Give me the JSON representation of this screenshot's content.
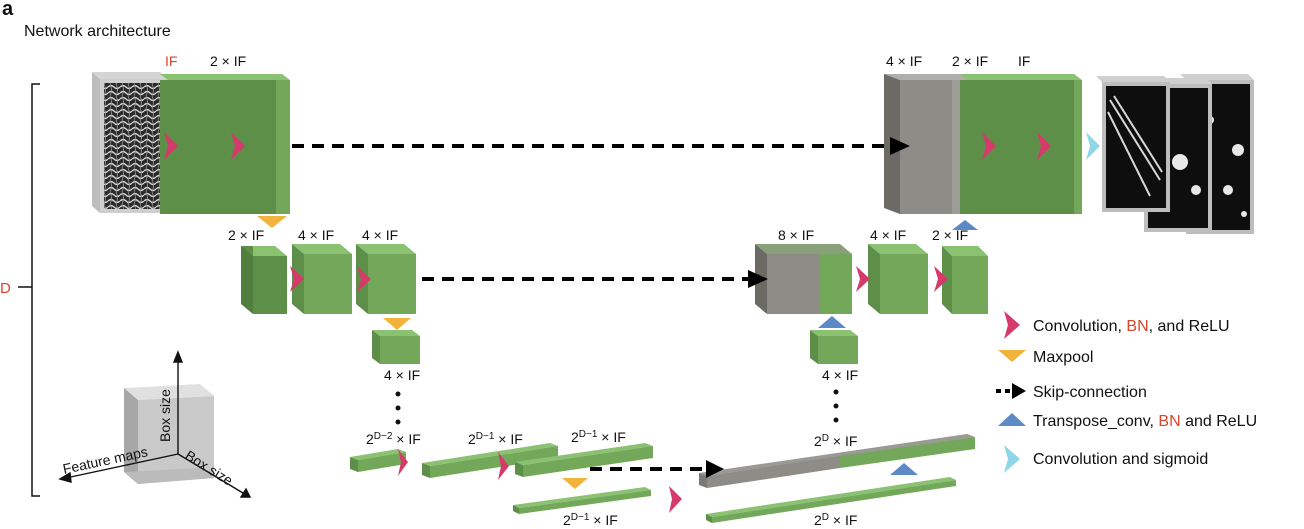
{
  "figure": {
    "panel_letter": "a",
    "title": "Network architecture",
    "depth_label": "D"
  },
  "encoder": {
    "level1": {
      "block1": "IF",
      "block2": "2 × IF"
    },
    "level2": {
      "block0": "2 × IF",
      "block1": "4 × IF",
      "block2": "4 × IF"
    },
    "level3": {
      "block0": "4 × IF"
    },
    "bottom": {
      "b1_base": "2",
      "b1_sup": "D−2",
      "b1_suffix": " × IF",
      "b2_base": "2",
      "b2_sup": "D−1",
      "b2_suffix": " × IF",
      "b3_base": "2",
      "b3_sup": "D−1",
      "b3_suffix": " × IF",
      "down_base": "2",
      "down_sup": "D−1",
      "down_suffix": " × IF"
    }
  },
  "decoder": {
    "level1": {
      "block1": "4 × IF",
      "block2": "2 × IF",
      "block3": "IF"
    },
    "level2": {
      "block1": "8 × IF",
      "block2": "4 × IF",
      "block3": "2 × IF"
    },
    "level3": {
      "block0": "4 × IF"
    },
    "bottom": {
      "concat_base": "2",
      "concat_sup": "D",
      "concat_suffix": " × IF",
      "up_base": "2",
      "up_sup": "D",
      "up_suffix": " × IF"
    }
  },
  "axes_key": {
    "vertical": "Box size",
    "depth": "Box size",
    "horizontal": "Feature maps"
  },
  "legend": [
    {
      "icon": "pink-arrow-icon",
      "color": "#d63a6a",
      "parts": [
        "Convolution, ",
        "BN",
        ", and ReLU"
      ]
    },
    {
      "icon": "yellow-chevron-icon",
      "color": "#f2b33c",
      "parts": [
        "Maxpool"
      ]
    },
    {
      "icon": "dashed-arrow-icon",
      "color": "#000000",
      "parts": [
        "Skip-connection"
      ]
    },
    {
      "icon": "blue-chevron-icon",
      "color": "#5b8ac6",
      "parts": [
        "Transpose_conv, ",
        "BN",
        " and ReLU"
      ]
    },
    {
      "icon": "cyan-arrow-icon",
      "color": "#8fd6e8",
      "parts": [
        "Convolution and sigmoid"
      ]
    }
  ],
  "colors": {
    "green_front": "#73a85b",
    "green_side": "#5e8f49",
    "green_top": "#8bc272",
    "gray": "#8d8c86",
    "pink": "#d63a6a",
    "yellow": "#f2b33c",
    "blue": "#5b8ac6",
    "cyan": "#8fd6e8",
    "red_text": "#d9452b"
  }
}
